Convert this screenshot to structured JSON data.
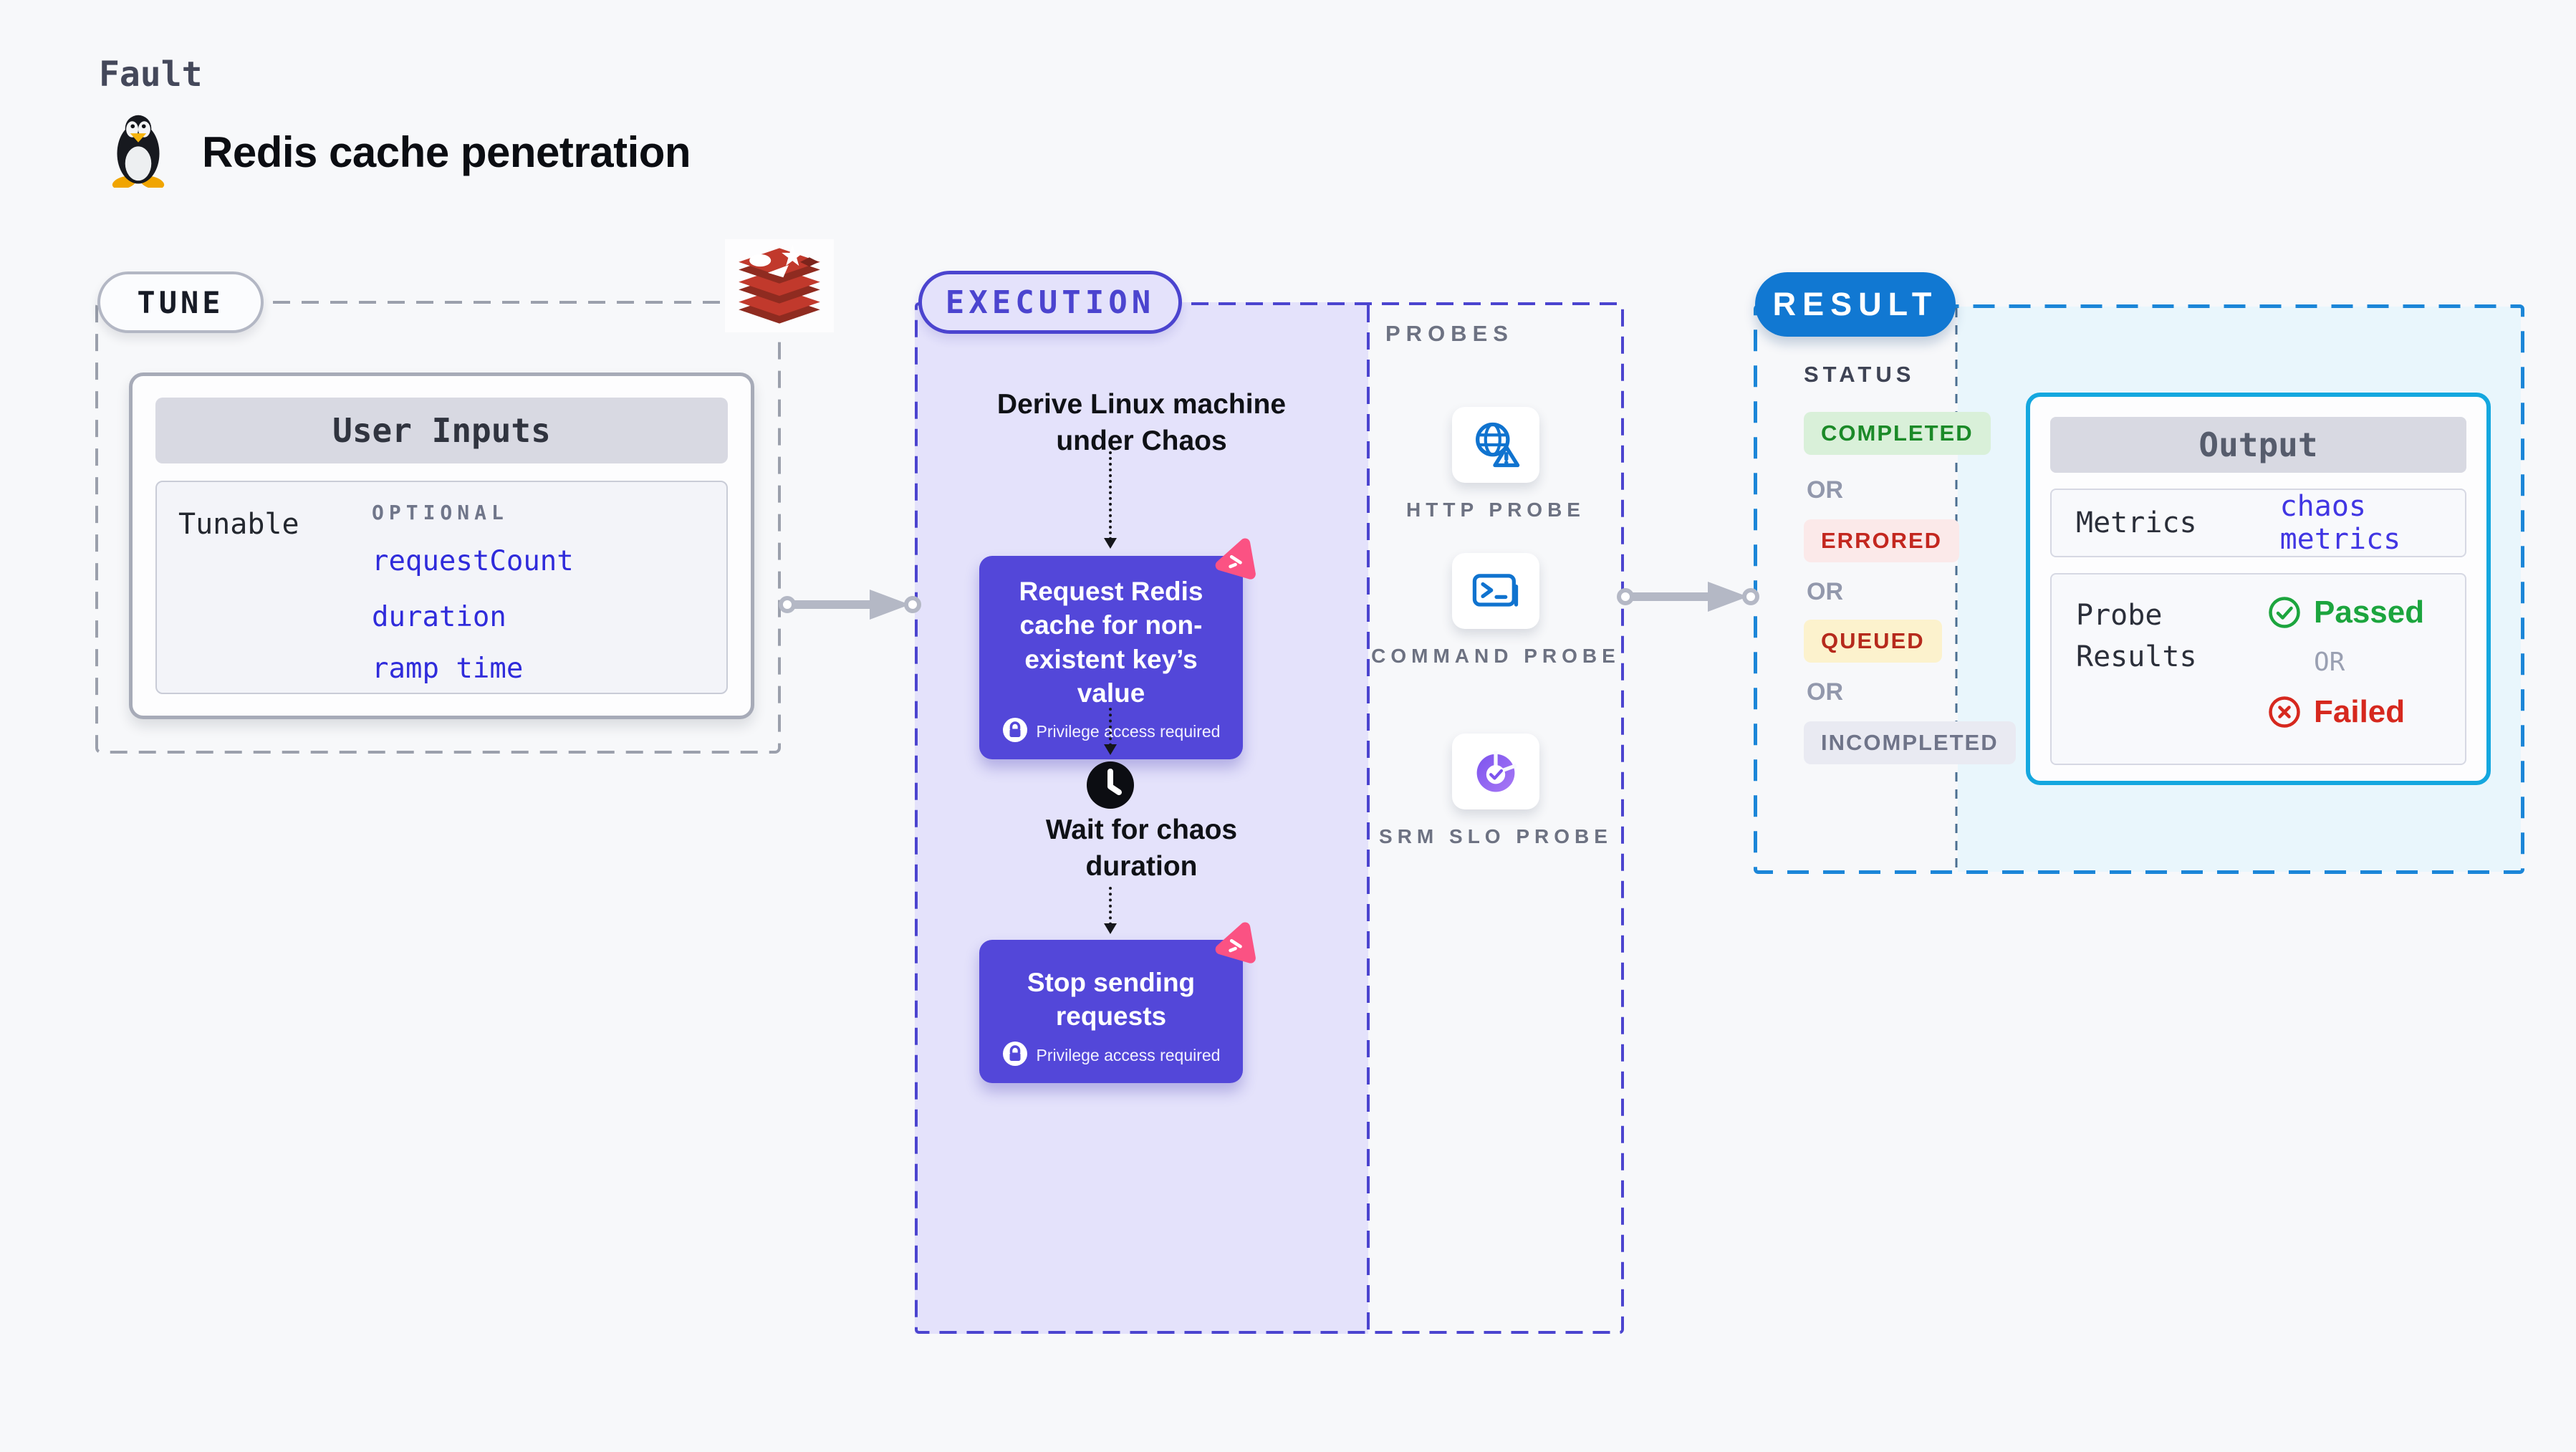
{
  "header": {
    "eyebrow": "Fault",
    "title": "Redis cache penetration",
    "app_icon": "linux-tux"
  },
  "tune": {
    "badge": "TUNE",
    "brand_icon": "redis-logo",
    "card": {
      "title": "User Inputs",
      "row_label": "Tunable",
      "row_tag": "OPTIONAL",
      "params": [
        "requestCount",
        "duration",
        "ramp time"
      ]
    }
  },
  "execution": {
    "badge": "EXECUTION",
    "step1": "Derive Linux machine under Chaos",
    "node1": {
      "label": "Request Redis cache for non-existent key’s value",
      "note": "Privilege access required"
    },
    "wait_step": "Wait for chaos duration",
    "node2": {
      "label": "Stop sending requests",
      "note": "Privilege access required"
    }
  },
  "probes": {
    "title": "PROBES",
    "items": [
      {
        "label": "HTTP PROBE",
        "icon": "globe-alert-icon"
      },
      {
        "label": "COMMAND PROBE",
        "icon": "terminal-icon"
      },
      {
        "label": "SRM SLO PROBE",
        "icon": "slo-pie-check-icon"
      }
    ]
  },
  "result": {
    "badge": "RESULT",
    "status_title": "STATUS",
    "or_label": "OR",
    "statuses": [
      {
        "label": "COMPLETED",
        "bg": "#d9f0d9",
        "color": "#1b8a28"
      },
      {
        "label": "ERRORED",
        "bg": "#fbe9e9",
        "color": "#c3271f"
      },
      {
        "label": "QUEUED",
        "bg": "#fcf2cd",
        "color": "#b62a1c"
      },
      {
        "label": "INCOMPLETED",
        "bg": "#e9eaf2",
        "color": "#6f7489"
      }
    ],
    "output": {
      "title": "Output",
      "metrics_label": "Metrics",
      "metrics_value": "chaos metrics",
      "probe_results_label": "Probe Results",
      "passed_label": "Passed",
      "or_label": "OR",
      "failed_label": "Failed"
    }
  },
  "colors": {
    "page_bg": "#f7f8fa",
    "tune_dash": "#9ba0ac",
    "execution_accent": "#4b44cf",
    "execution_fill": "#e4e2fb",
    "result_accent": "#1178d2",
    "result_dash": "#1b86d8",
    "result_fill": "#e9f6fc",
    "output_border": "#14a7df",
    "node_bg": "#5347d9",
    "chaos_pink": "#fb5283",
    "param_blue": "#2f2bdb",
    "passed_green": "#1ca53e",
    "failed_red": "#d6281e",
    "redis_red": "#c1392c",
    "probe_icon_blue": "#1073cf"
  }
}
